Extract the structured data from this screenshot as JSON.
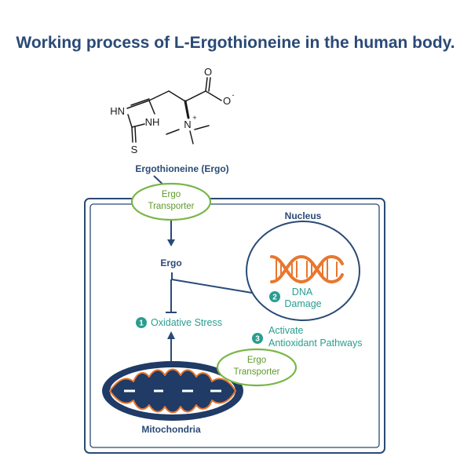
{
  "title": "Working process of L-Ergothioneine in the human body.",
  "molecule": {
    "label": "Ergothioneine (Ergo)",
    "atoms": {
      "o_top": "O",
      "o_minus": "O",
      "minus": "-",
      "hn": "HN",
      "nh": "NH",
      "s": "S",
      "n": "N",
      "plus": "+"
    }
  },
  "transporter_top": {
    "line1": "Ergo",
    "line2": "Transporter"
  },
  "transporter_bottom": {
    "line1": "Ergo",
    "line2": "Transporter"
  },
  "ergo_label": "Ergo",
  "nucleus": {
    "label": "Nucleus"
  },
  "steps": {
    "step1": {
      "number": "1",
      "text": "Oxidative Stress"
    },
    "step2": {
      "number": "2",
      "line1": "DNA",
      "line2": "Damage"
    },
    "step3": {
      "number": "3",
      "line1": "Activate",
      "line2": "Antioxidant Pathways"
    }
  },
  "mitochondria": {
    "label": "Mitochondria"
  },
  "colors": {
    "navy": "#2a4a76",
    "green": "#7ab648",
    "teal": "#2a9d8f",
    "orange": "#e8772e"
  }
}
